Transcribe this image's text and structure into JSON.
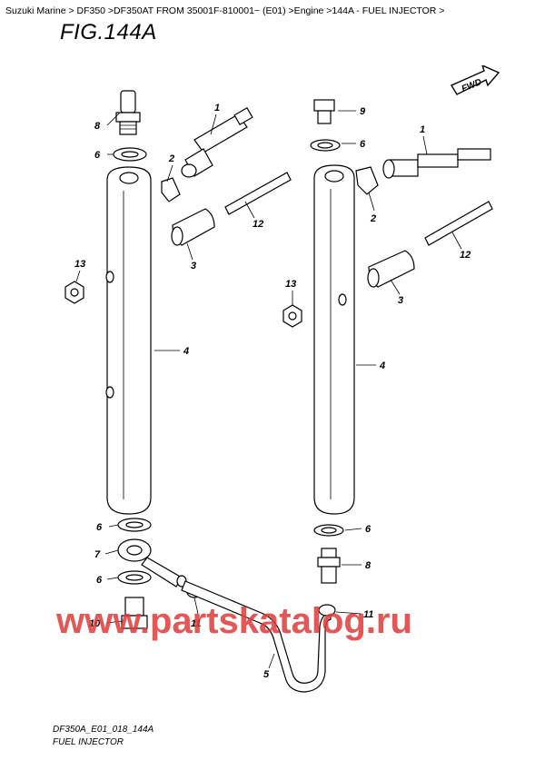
{
  "breadcrumb": "Suzuki Marine > DF350 >DF350AT FROM 35001F-810001~ (E01) >Engine >144A - FUEL INJECTOR >",
  "figure_title": "FIG.144A",
  "fwd_label": "FWD",
  "callouts": {
    "left_8": "8",
    "left_6_top": "6",
    "left_1": "1",
    "left_2": "2",
    "left_12": "12",
    "left_3": "3",
    "left_13": "13",
    "left_4": "4",
    "left_6_mid": "6",
    "left_7": "7",
    "left_6_low": "6",
    "left_10": "10",
    "left_11": "11",
    "pipe_5": "5",
    "right_9": "9",
    "right_6_top": "6",
    "right_1": "1",
    "right_2": "2",
    "right_12": "12",
    "right_13": "13",
    "right_3": "3",
    "right_4": "4",
    "right_6_low": "6",
    "right_8": "8",
    "right_11": "11"
  },
  "watermark": "www.partskatalog.ru",
  "drawing_code": "DF350A_E01_018_144A",
  "caption": "FUEL INJECTOR",
  "colors": {
    "watermark": "#e03a3a",
    "lines": "#000000",
    "background": "#ffffff"
  }
}
